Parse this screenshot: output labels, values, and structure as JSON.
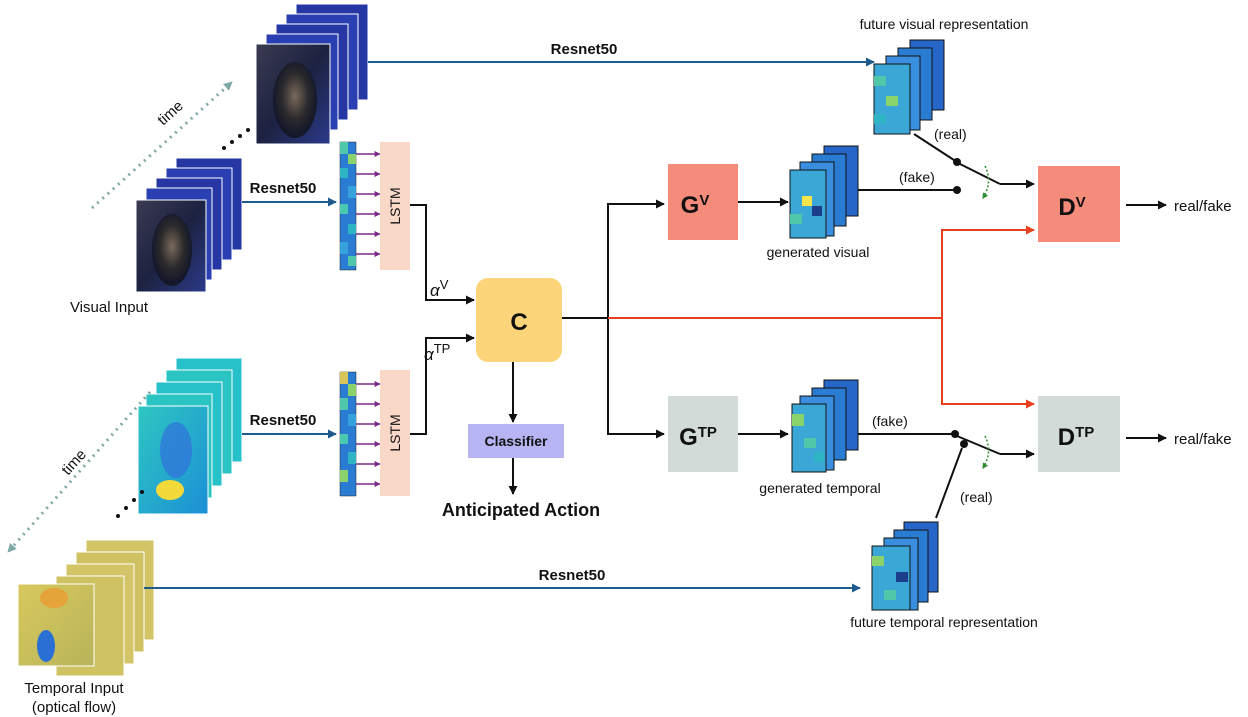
{
  "labels": {
    "resnet": "Resnet50",
    "lstm": "LSTM",
    "time": "time",
    "visual_input": "Visual Input",
    "temporal_input_1": "Temporal Input",
    "temporal_input_2": "(optical flow)",
    "alpha_symbol": "α",
    "alpha_v_sup": "V",
    "alpha_tp_sup": "TP",
    "c_box": "C",
    "classifier": "Classifier",
    "anticipated_action": "Anticipated Action",
    "g_base": "G",
    "d_base": "D",
    "v_sup": "V",
    "tp_sup": "TP",
    "real_fake": "real/fake",
    "fake": "(fake)",
    "real": "(real)",
    "future_visual": "future visual representation",
    "generated_visual": "generated visual",
    "generated_temporal": "generated temporal",
    "future_temporal": "future temporal representation"
  },
  "colors": {
    "blue_arrow": "#1f5a8c",
    "red_arrow": "#e8401f",
    "black_arrow": "#111111",
    "purple_arrow": "#7b2a8c",
    "gv_box": "#f58b7a",
    "gtp_box": "#d3dbd9",
    "c_box": "#fcd57a",
    "classifier_box": "#b6b4f3",
    "lstm_box": "#fad8c8",
    "time_arrow": "#7fa9a7",
    "switch_arrow": "#2f8d2f"
  }
}
